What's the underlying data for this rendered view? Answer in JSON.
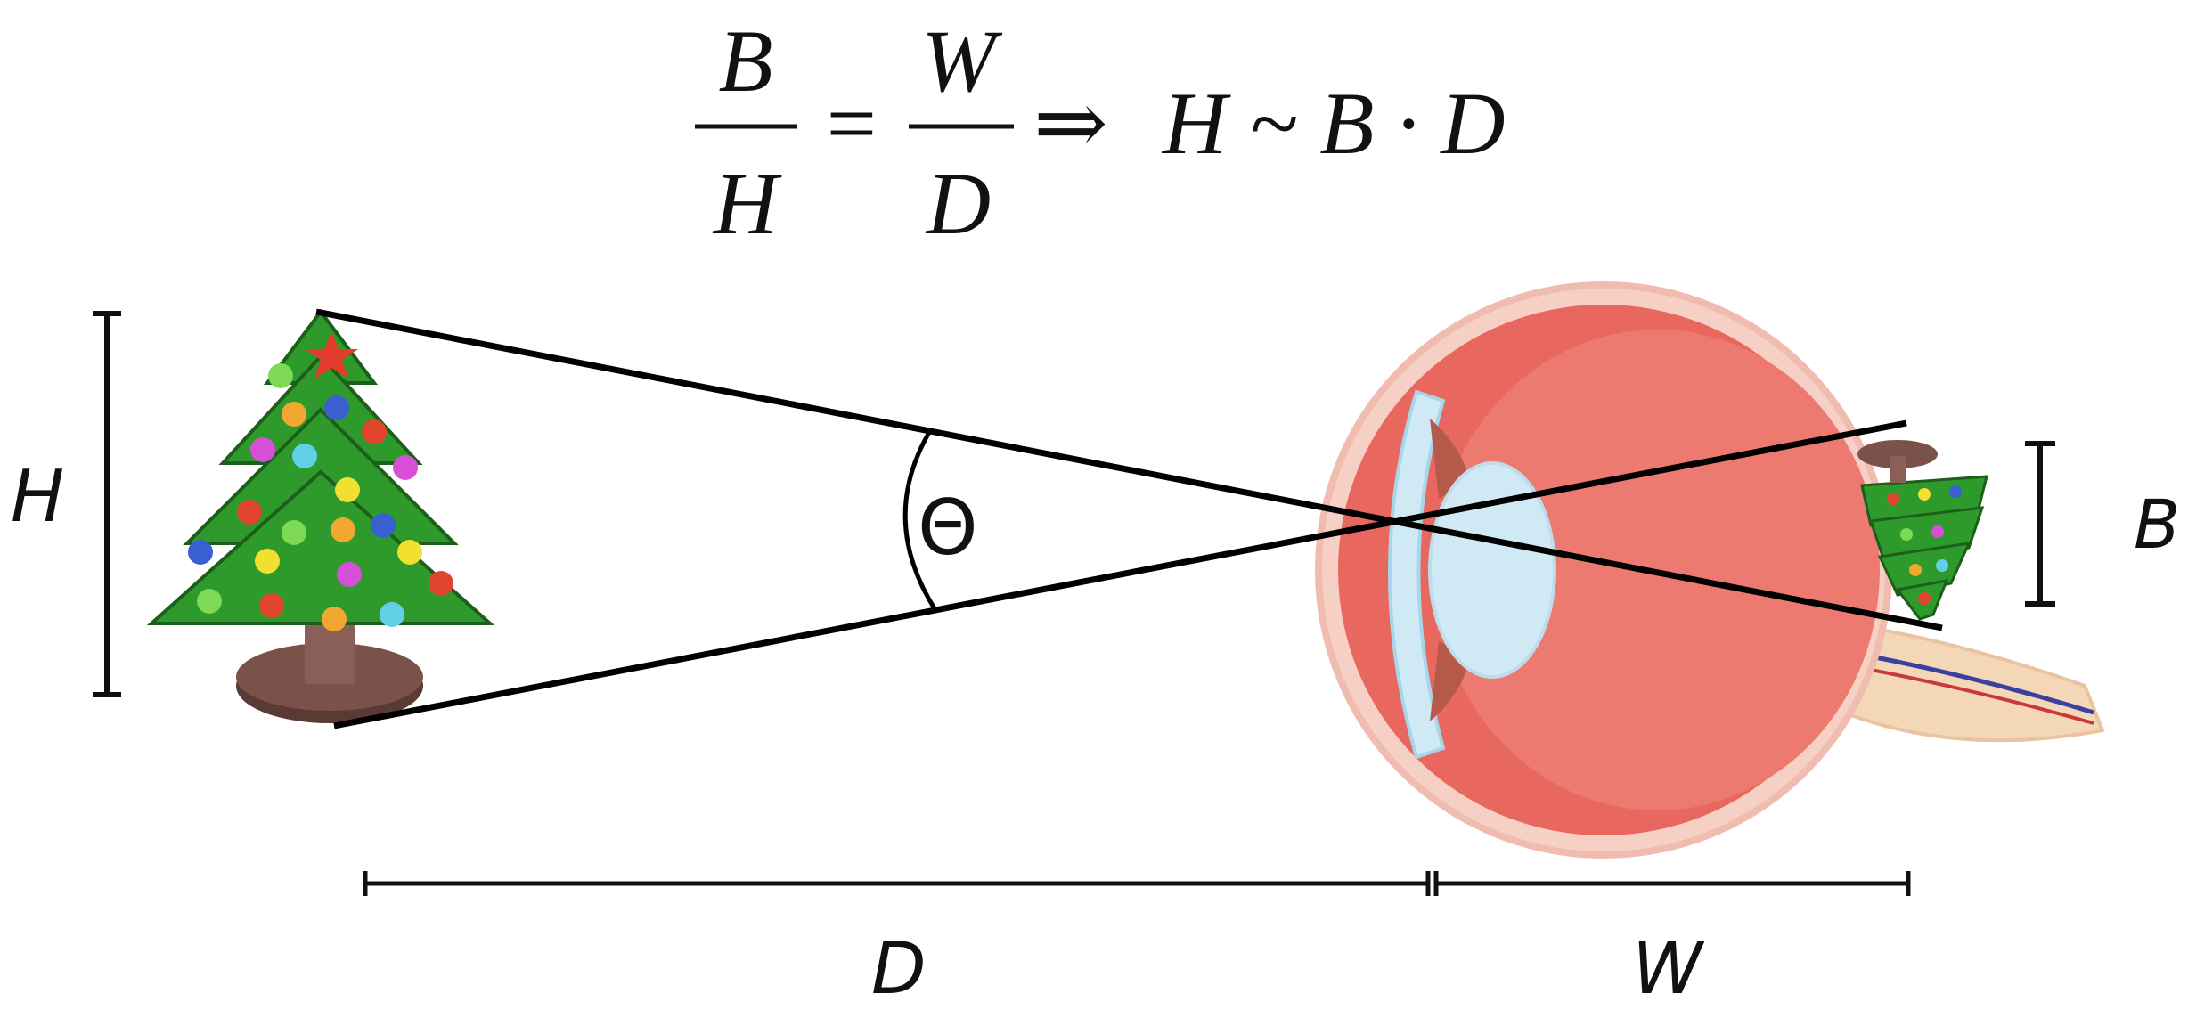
{
  "formula": {
    "frac1_num": "B",
    "frac1_den": "H",
    "equals": "=",
    "frac2_num": "W",
    "frac2_den": "D",
    "implies": "⇒",
    "rhs": "H ~ B · D"
  },
  "labels": {
    "H": "H",
    "B": "B",
    "D": "D",
    "W": "W",
    "theta": "Θ"
  },
  "icons": [
    "christmas-tree-icon",
    "eye-cross-section-icon",
    "inverted-tree-image-icon"
  ],
  "colors": {
    "line": "#000000",
    "tree_green": "#2f9a2c",
    "eye_red": "#e8675f",
    "lens_blue": "#cfeaf5"
  }
}
